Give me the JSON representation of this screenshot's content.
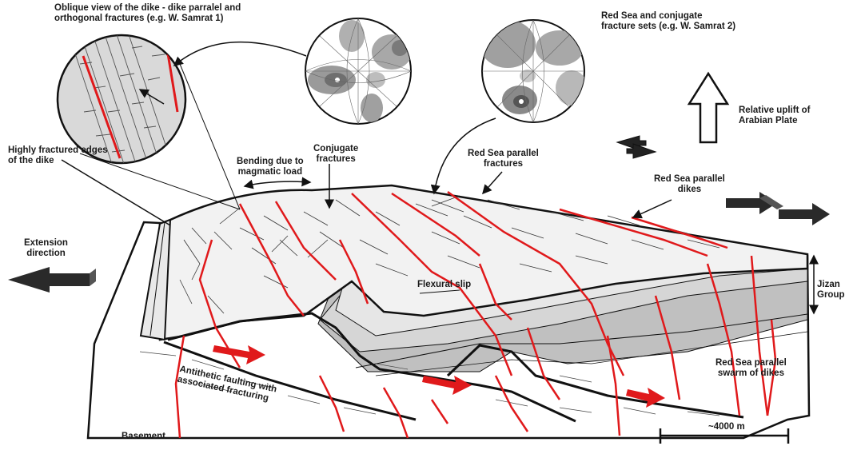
{
  "labels": {
    "oblique": [
      "Oblique view of the dike  -  dike parralel and",
      "orthogonal fractures (e.g. W. Samrat 1)"
    ],
    "redsea_conj": [
      "Red Sea and conjugate",
      "fracture sets (e.g.  W. Samrat 2)"
    ],
    "uplift": [
      "Relative uplift of",
      "Arabian Plate"
    ],
    "fractured_edges": [
      "Highly fractured edges",
      "of the dike"
    ],
    "bending": [
      "Bending due to",
      "magmatic load"
    ],
    "conjugate": [
      "Conjugate",
      "fractures"
    ],
    "rs_fractures": [
      "Red Sea parallel",
      "fractures"
    ],
    "rs_dikes": [
      "Red Sea parallel",
      "dikes"
    ],
    "extension": [
      "Extension",
      "direction"
    ],
    "flexural": "Flexural slip",
    "jizan": "Jizan Group",
    "antithetic": [
      "Antithetic faulting with",
      "associated fracturing"
    ],
    "swarm": [
      "Red Sea parallel",
      "swarm of dikes"
    ],
    "basement": "Basement",
    "scale": "~4000 m"
  },
  "colors": {
    "dike_red": "#e0191b",
    "surface_fill": "#f2f2f2",
    "layer_light": "#dcdcdc",
    "layer_mid": "#c8c8c8",
    "layer_dark": "#b4b4b4",
    "outline": "#111111",
    "stereonet_fill": "#9a9a9a"
  }
}
